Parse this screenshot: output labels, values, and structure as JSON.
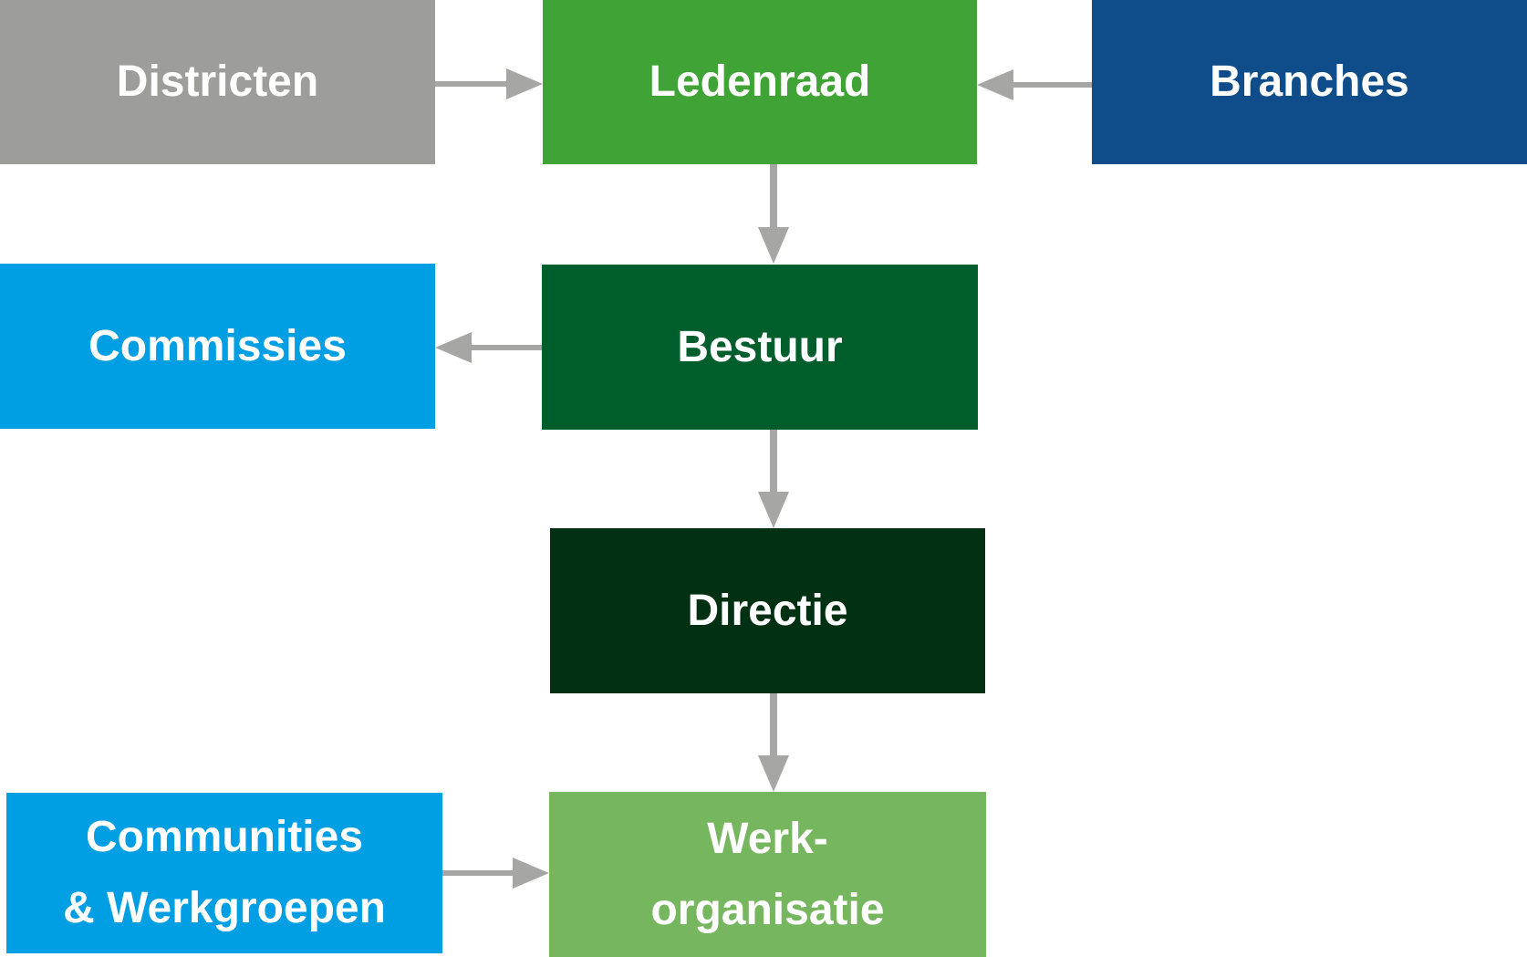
{
  "diagram": {
    "type": "organization-flowchart",
    "background_color": "#ffffff",
    "arrow_color": "#a6a6a5",
    "text_color": "#ffffff",
    "nodes": {
      "districten": {
        "label": "Districten",
        "color": "#9d9d9c"
      },
      "ledenraad": {
        "label": "Ledenraad",
        "color": "#3fa435"
      },
      "branches": {
        "label": "Branches",
        "color": "#0e4d8a"
      },
      "commissies": {
        "label": "Commissies",
        "color": "#009ee3"
      },
      "bestuur": {
        "label": "Bestuur",
        "color": "#005e2d"
      },
      "directie": {
        "label": "Directie",
        "color": "#023013"
      },
      "communities": {
        "label_line1": "Communities",
        "label_line2": "& Werkgroepen",
        "color": "#009ee3"
      },
      "werkorganisatie": {
        "label_line1": "Werk-",
        "label_line2": "organisatie",
        "color": "#76b65e"
      }
    },
    "edges": [
      {
        "from": "districten",
        "to": "ledenraad",
        "direction": "right"
      },
      {
        "from": "branches",
        "to": "ledenraad",
        "direction": "left"
      },
      {
        "from": "ledenraad",
        "to": "bestuur",
        "direction": "down"
      },
      {
        "from": "bestuur",
        "to": "commissies",
        "direction": "left"
      },
      {
        "from": "bestuur",
        "to": "directie",
        "direction": "down"
      },
      {
        "from": "directie",
        "to": "werkorganisatie",
        "direction": "down"
      },
      {
        "from": "communities",
        "to": "werkorganisatie",
        "direction": "right"
      }
    ]
  }
}
